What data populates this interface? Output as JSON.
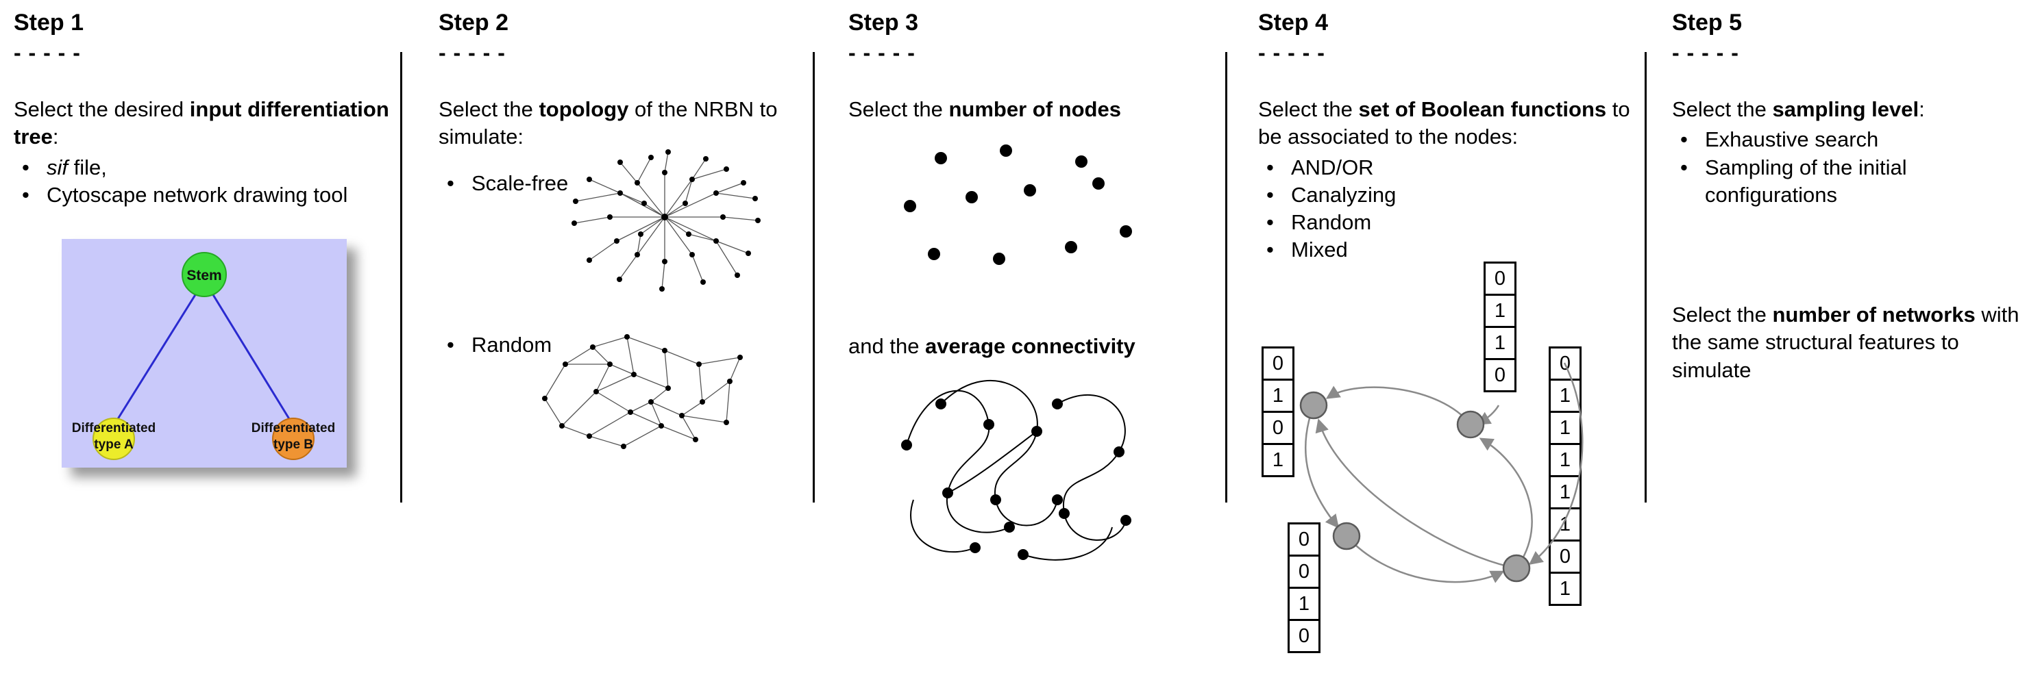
{
  "colors": {
    "tree_bg": "#c9c9fa",
    "edge_blue": "#2a2ad0",
    "stem_green": "#3ddc3d",
    "type_a_yellow": "#ecec2a",
    "type_b_orange": "#ef9433",
    "node_gray": "#a0a0a0"
  },
  "steps": [
    {
      "title": "Step 1",
      "dashes": "- - - - -",
      "intro_pre": "Select the desired ",
      "intro_bold": "input differentiation tree",
      "intro_post": ":",
      "bullet1_italic": "sif",
      "bullet1_rest": " file,",
      "bullet2": "Cytoscape network drawing tool",
      "tree": {
        "stem_label": "Stem",
        "left_label_line1": "Differentiated",
        "left_label_line2": "type A",
        "right_label_line1": "Differentiated",
        "right_label_line2": "type B"
      }
    },
    {
      "title": "Step 2",
      "dashes": "- - - - -",
      "intro_pre": "Select the ",
      "intro_bold": "topology",
      "intro_post": " of the NRBN to simulate:",
      "bullet1": "Scale-free",
      "bullet2": "Random"
    },
    {
      "title": "Step 3",
      "dashes": "- - - - -",
      "line1_pre": "Select the ",
      "line1_bold": "number of nodes",
      "line2_pre": "and the ",
      "line2_bold": "average connectivity"
    },
    {
      "title": "Step 4",
      "dashes": "- - - - -",
      "intro_pre": "Select the ",
      "intro_bold": "set of Boolean functions",
      "intro_post": " to be associated to the nodes:",
      "bullets": [
        "AND/OR",
        "Canalyzing",
        "Random",
        "Mixed"
      ],
      "tables": {
        "top": [
          "0",
          "1",
          "1",
          "0"
        ],
        "left": [
          "0",
          "1",
          "0",
          "1"
        ],
        "right": [
          "0",
          "1",
          "1",
          "1",
          "1",
          "1",
          "0",
          "1"
        ],
        "bottom": [
          "0",
          "0",
          "1",
          "0"
        ]
      }
    },
    {
      "title": "Step 5",
      "dashes": "- - - - -",
      "intro_pre": "Select the ",
      "intro_bold": "sampling level",
      "intro_post": ":",
      "bullets": [
        "Exhaustive search",
        "Sampling of the initial configurations"
      ],
      "second_pre": "Select the ",
      "second_bold": "number of networks",
      "second_post": " with the same structural features to simulate"
    }
  ]
}
